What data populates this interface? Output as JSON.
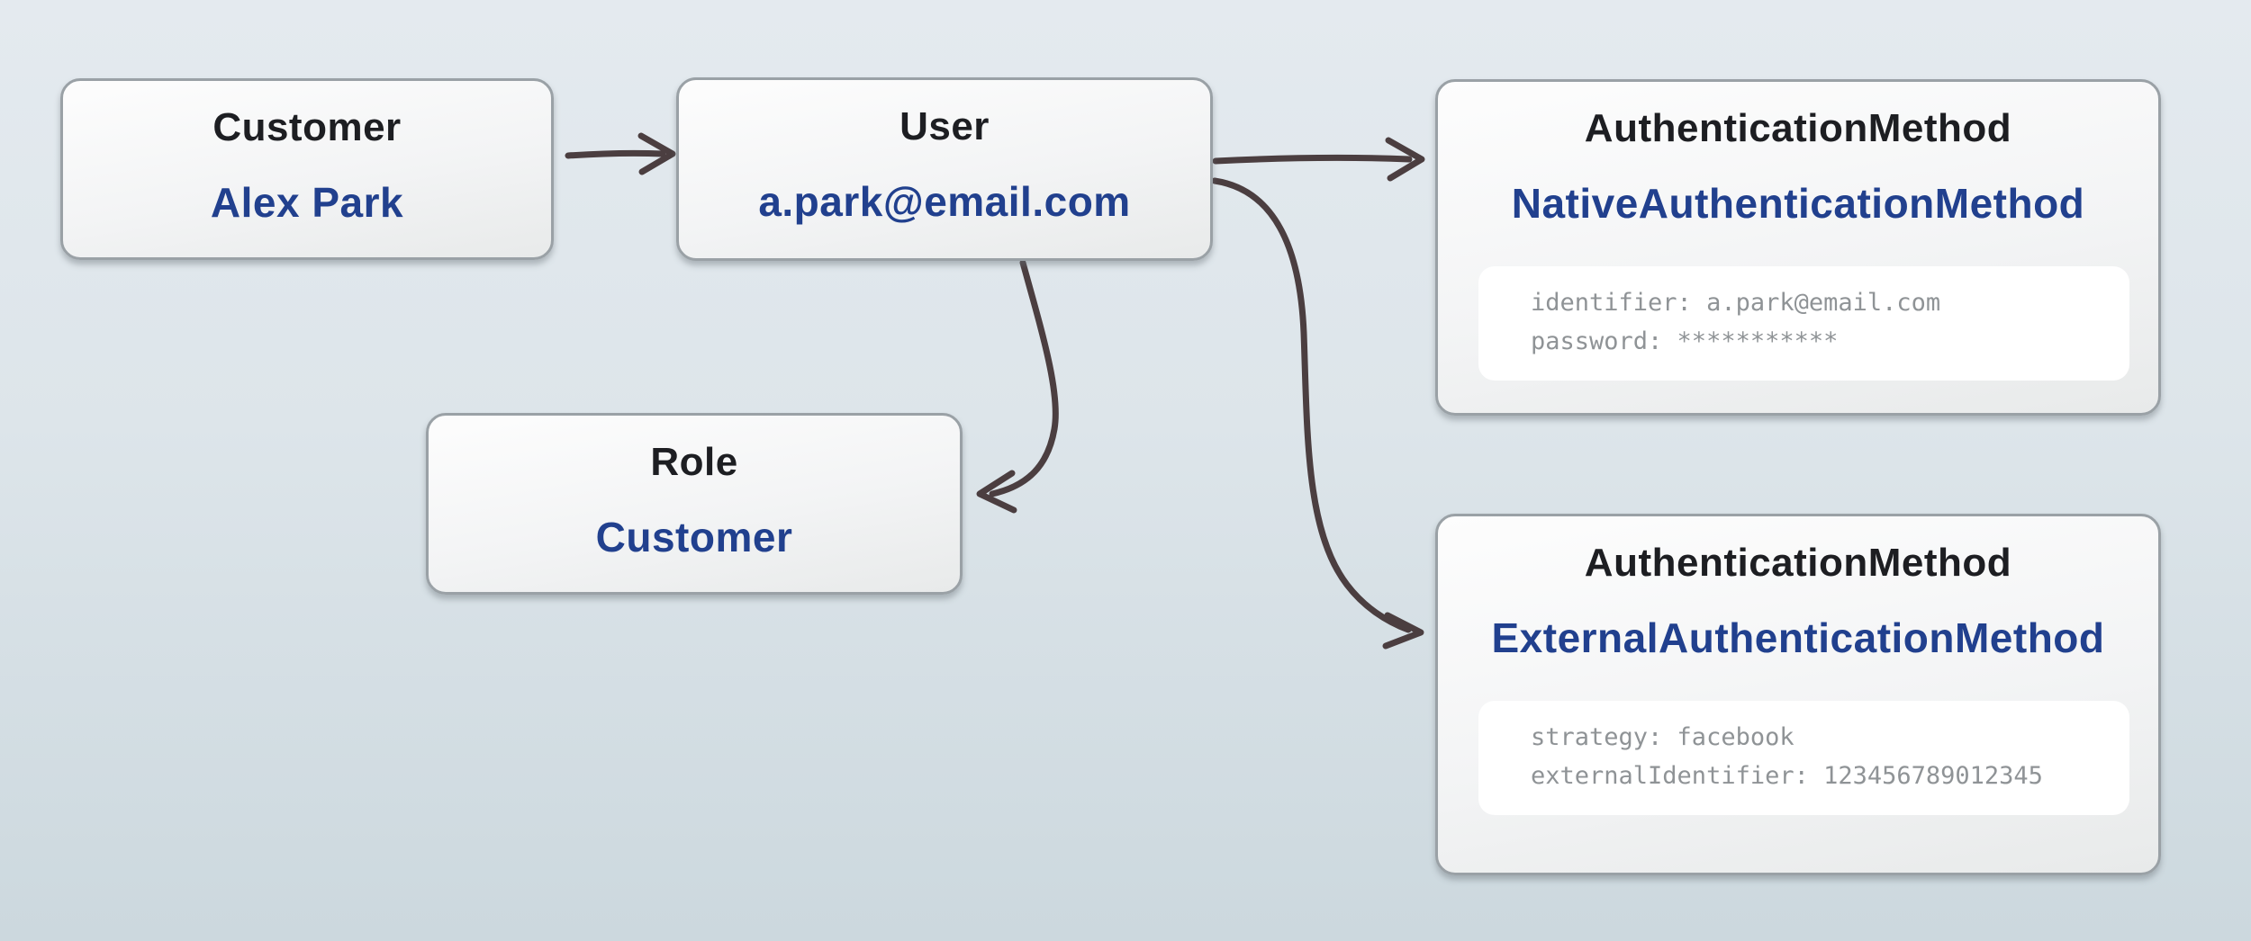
{
  "colors": {
    "background_top": "#e4eaef",
    "background_bottom": "#ccd8de",
    "box_border": "#9aa1a6",
    "box_fill_top": "#fdfdfd",
    "box_fill_bottom": "#e8eaea",
    "title_text": "#1d1e22",
    "value_text": "#21408e",
    "attr_text": "#8f9396",
    "attr_card_bg": "#ffffff",
    "arrow": "#4b3e40"
  },
  "diagram": {
    "entities": [
      {
        "id": "customer",
        "title": "Customer",
        "value": "Alex Park"
      },
      {
        "id": "user",
        "title": "User",
        "value": "a.park@email.com"
      },
      {
        "id": "role",
        "title": "Role",
        "value": "Customer"
      },
      {
        "id": "auth-native",
        "title": "AuthenticationMethod",
        "value": "NativeAuthenticationMethod",
        "attributes": [
          "identifier: a.park@email.com",
          "password: ***********"
        ]
      },
      {
        "id": "auth-external",
        "title": "AuthenticationMethod",
        "value": "ExternalAuthenticationMethod",
        "attributes": [
          "strategy: facebook",
          "externalIdentifier: 123456789012345"
        ]
      }
    ],
    "relations": [
      {
        "from": "Customer",
        "to": "User"
      },
      {
        "from": "User",
        "to": "NativeAuthenticationMethod"
      },
      {
        "from": "User",
        "to": "Role"
      },
      {
        "from": "User",
        "to": "ExternalAuthenticationMethod"
      }
    ]
  }
}
